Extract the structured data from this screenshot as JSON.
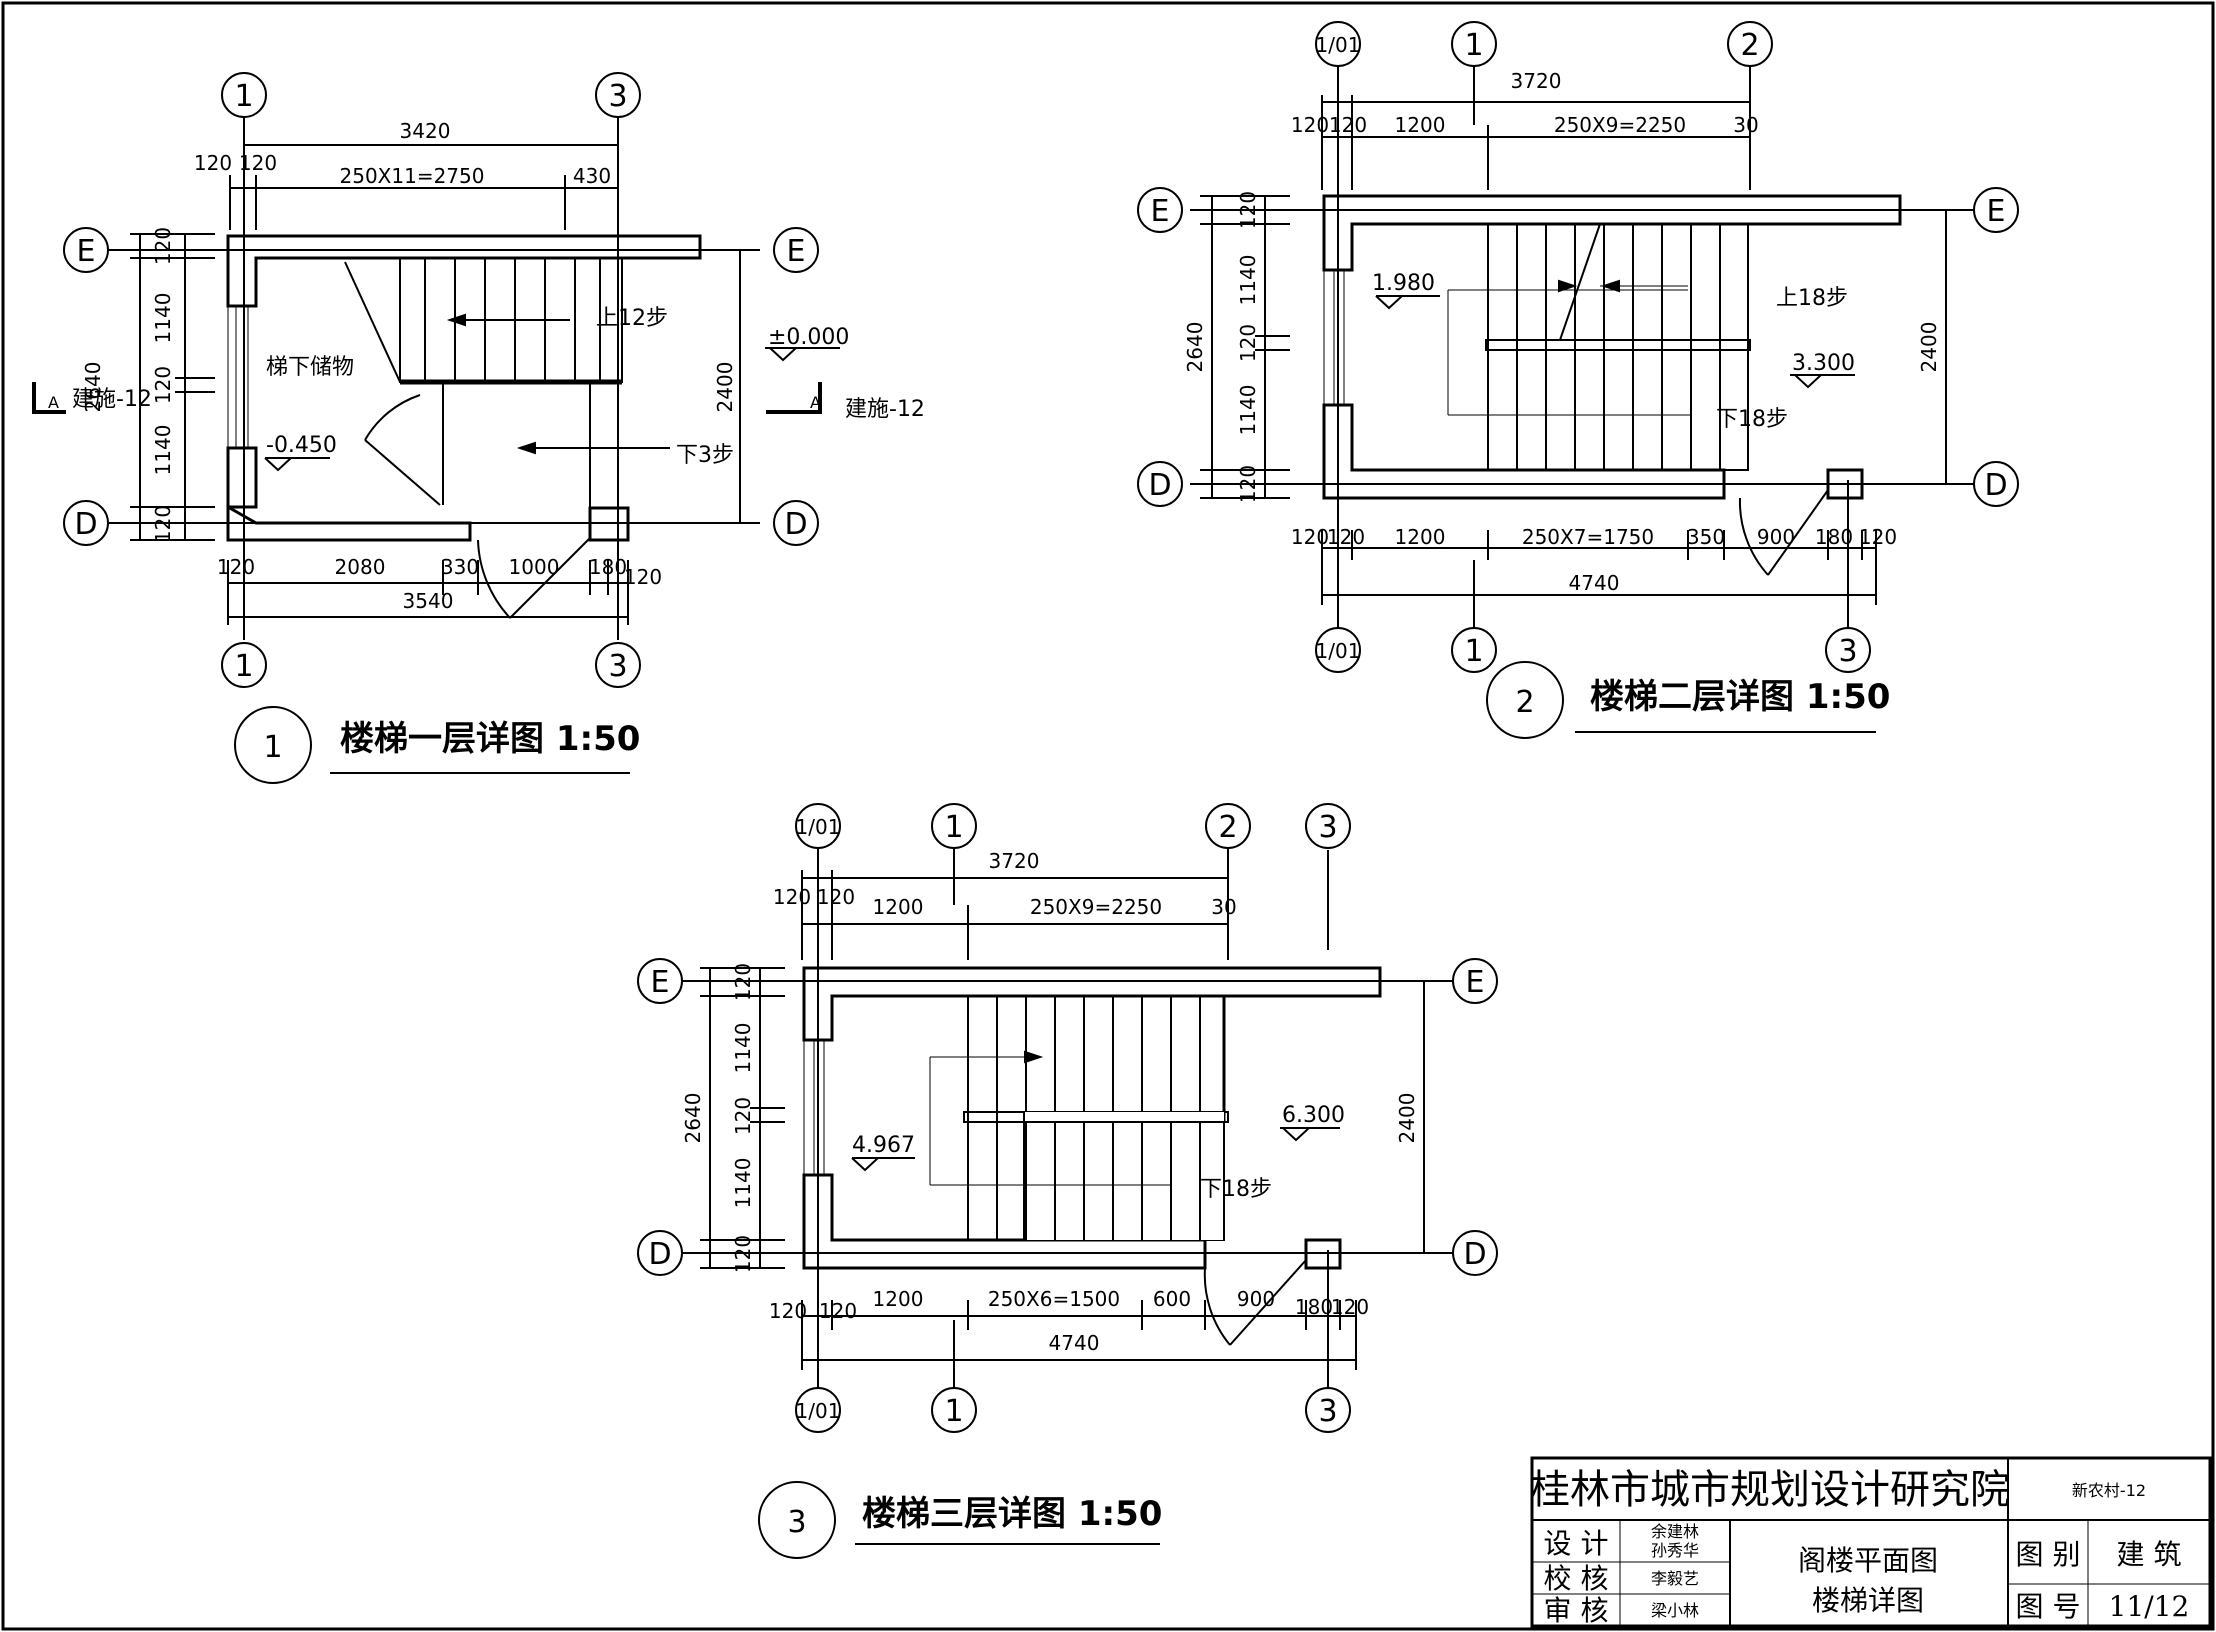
{
  "plan1": {
    "axes": {
      "top_left": "1",
      "top_right": "3",
      "bottom_left": "1",
      "bottom_right": "3",
      "row_top": "E",
      "row_bottom": "D"
    },
    "dims_top": {
      "overall": "3420",
      "a": "120",
      "b": "120",
      "steps": "250X11=2750",
      "c": "430"
    },
    "dims_bottom": {
      "a": "120",
      "b": "2080",
      "c": "330",
      "d": "1000",
      "e": "180",
      "f": "120",
      "overall": "3540"
    },
    "dims_left": {
      "overall": "2640",
      "a": "120",
      "b": "1140",
      "c": "120",
      "d": "1140",
      "e": "120"
    },
    "dim_right": "2400",
    "labels": {
      "storage": "梯下储物",
      "up": "上12步",
      "down": "下3步",
      "elev_floor": "±0.000",
      "elev_low": "-0.450",
      "section_mark": "A",
      "section_ref": "建施-12"
    },
    "title_number": "1",
    "title": "楼梯一层详图 1:50"
  },
  "plan2": {
    "axes": {
      "top_a": "1/01",
      "top_b": "1",
      "top_c": "2",
      "bottom_a": "1/01",
      "bottom_b": "1",
      "bottom_c": "3",
      "row_top": "E",
      "row_bottom": "D"
    },
    "dims_top": {
      "overall": "3720",
      "a": "120",
      "b": "120",
      "c": "1200",
      "steps": "250X9=2250",
      "d": "30"
    },
    "dims_bottom": {
      "a": "120",
      "b": "120",
      "c": "1200",
      "steps": "250X7=1750",
      "d": "350",
      "e": "900",
      "f": "180",
      "g": "120",
      "overall": "4740"
    },
    "dims_left": {
      "overall": "2640",
      "a": "120",
      "b": "1140",
      "c": "120",
      "d": "1140",
      "e": "120"
    },
    "dim_right": "2400",
    "labels": {
      "up": "上18步",
      "down": "下18步",
      "elev_landing": "1.980",
      "elev_floor": "3.300"
    },
    "title_number": "2",
    "title": "楼梯二层详图 1:50"
  },
  "plan3": {
    "axes": {
      "top_a": "1/01",
      "top_b": "1",
      "top_c": "2",
      "top_d": "3",
      "bottom_a": "1/01",
      "bottom_b": "1",
      "bottom_c": "3",
      "row_top": "E",
      "row_bottom": "D"
    },
    "dims_top": {
      "overall": "3720",
      "a": "120",
      "b": "120",
      "c": "1200",
      "steps": "250X9=2250",
      "d": "30"
    },
    "dims_bottom": {
      "a": "120",
      "b": "120",
      "c": "1200",
      "steps": "250X6=1500",
      "d": "600",
      "e": "900",
      "f": "180",
      "g": "120",
      "overall": "4740"
    },
    "dims_left": {
      "overall": "2640",
      "a": "120",
      "b": "1140",
      "c": "120",
      "d": "1140",
      "e": "120"
    },
    "dim_right": "2400",
    "labels": {
      "down": "下18步",
      "elev_landing": "4.967",
      "elev_floor": "6.300"
    },
    "title_number": "3",
    "title": "楼梯三层详图 1:50"
  },
  "title_block": {
    "institute": "桂林市城市规划设计研究院",
    "project": "新农村-12",
    "design_label": "设 计",
    "design_names": [
      "余建林",
      "孙秀华"
    ],
    "check_label": "校 核",
    "check_name": "李毅艺",
    "review_label": "审 核",
    "review_name": "梁小林",
    "drawing_title_1": "阁楼平面图",
    "drawing_title_2": "楼梯详图",
    "category_label": "图 别",
    "category_value": "建 筑",
    "number_label": "图 号",
    "number_value": "11/12"
  }
}
